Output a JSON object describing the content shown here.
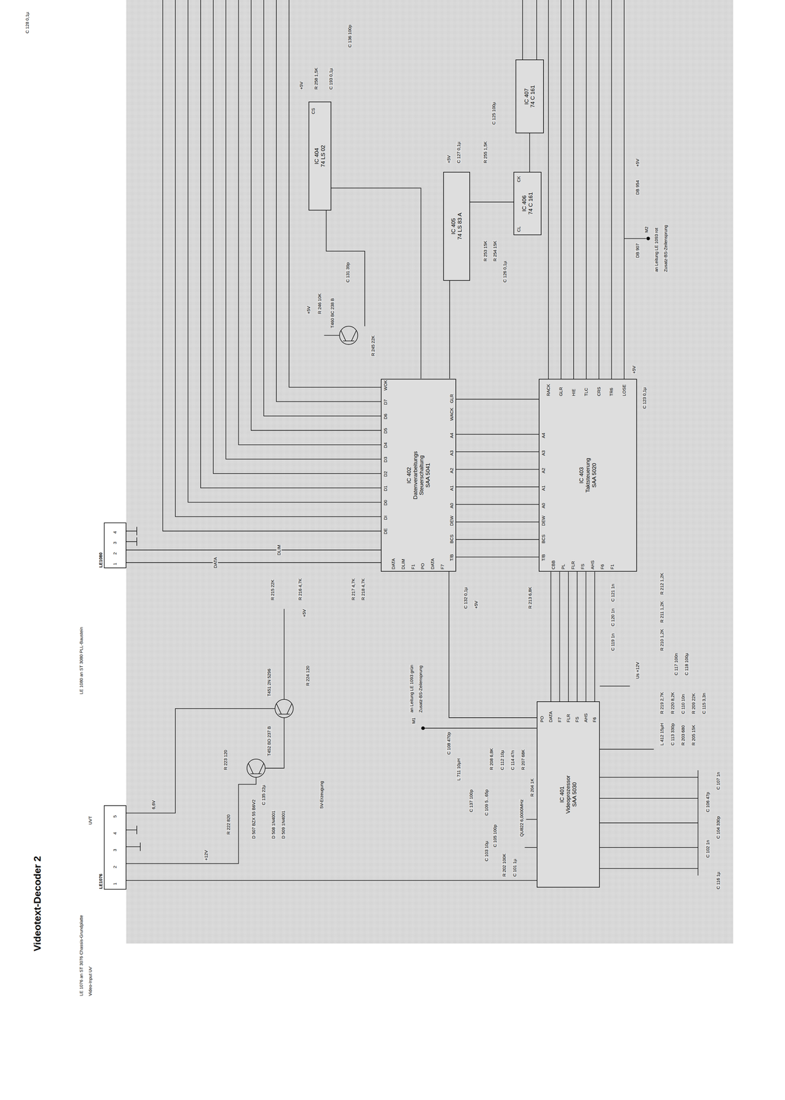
{
  "diagram": {
    "title": "Videotext-Decoder 2",
    "nodes": [
      {
        "text": [
          "LE1076"
        ]
      },
      {
        "text": [
          "LE1080"
        ]
      },
      {
        "text": [
          "IC 401",
          "Videoprozessor",
          "SAA 5030"
        ]
      },
      {
        "text": [
          "IC 402",
          "Datenverarbeitungs",
          "Steuerschaltung",
          "SAA 5041"
        ]
      },
      {
        "text": [
          "IC 403",
          "Taktsteuerung",
          "SAA 5020"
        ]
      },
      {
        "text": [
          "IC 404",
          "74 LS 02"
        ]
      },
      {
        "text": [
          "IC 405",
          "74 LS 83 A"
        ]
      },
      {
        "text": [
          "IC 406",
          "74 C 161"
        ]
      },
      {
        "text": [
          "IC 407",
          "74 C 161"
        ]
      }
    ],
    "edges": [
      {
        "from": 0,
        "to": 2,
        "arrow": "none"
      },
      {
        "from": 1,
        "to": 3,
        "label": "DATA",
        "arrow": "none"
      },
      {
        "from": 1,
        "to": 3,
        "label": "DLIM",
        "arrow": "none"
      },
      {
        "from": 2,
        "to": 3,
        "arrow": "none"
      },
      {
        "from": 2,
        "to": 4,
        "arrow": "none"
      },
      {
        "from": 3,
        "to": 4,
        "arrow": "none"
      },
      {
        "from": 5,
        "to": 3,
        "arrow": "none"
      },
      {
        "from": 6,
        "to": 3,
        "arrow": "none"
      },
      {
        "from": 6,
        "to": 7,
        "arrow": "none"
      },
      {
        "from": 7,
        "to": 8,
        "arrow": "none"
      }
    ],
    "labels": [
      "LE 1076 an ST 3076 Chassis-Grundplatte",
      "Video-Input Uv'",
      "UVT",
      "LE 1080 an ST 3080 PLL-Baustein",
      "1",
      "2",
      "3",
      "4",
      "5",
      "1",
      "2",
      "3",
      "4",
      "6,6V",
      "+12V",
      "5V-Erzeugung",
      "R 222 820",
      "R 223 120",
      "T452 BD 237 B",
      "D 507 BZX 55 B6V2",
      "C 135 22µ",
      "D 508 1N4001",
      "D 509 1N4001",
      "T451 2N 5296",
      "R 224 120",
      "+5V",
      "R 215 22K",
      "R 216 4,7K",
      "R 217 4,7K",
      "R 218 4,7K",
      "M1",
      "an Leitung LE 1093 grün",
      "Zusatz-BS-Zeilensprung",
      "C 132 0,1µ",
      "+5V",
      "R 213 6,8K",
      "DE",
      "DI",
      "D0",
      "D1",
      "D2",
      "D3",
      "D4",
      "D5",
      "D6",
      "D7",
      "WOK",
      "DATA",
      "DLIM",
      "F1",
      "PO",
      "DATA",
      "F7",
      "T/B",
      "BCS",
      "DEW",
      "A0",
      "A1",
      "A2",
      "A3",
      "A4",
      "WACK",
      "GLR",
      "T/B",
      "BCS",
      "DEW",
      "A0",
      "A1",
      "A2",
      "A3",
      "A4",
      "CBB",
      "PL",
      "FLR",
      "FS",
      "AHS",
      "F6",
      "F1",
      "RACK",
      "GLR",
      "HIE",
      "TLC",
      "CRS",
      "TR6",
      "LOSE",
      "PO",
      "DATA",
      "F7",
      "FLR",
      "FS",
      "AHS",
      "F6",
      "C 123 0,1µ",
      "+5V",
      "+5V",
      "R 258 1,5K",
      "C 193 0,1µ",
      "C 136 100p",
      "CS",
      "T460 BC 238 B",
      "R 246 10K",
      "+5V",
      "R 245 22K",
      "C 131 39p",
      "+5V",
      "C 127 0,1µ",
      "R 255 1,5K",
      "R 253 15K",
      "R 254 15K",
      "C 126 0,1µ",
      "C 125 100µ",
      "C 128 0,1µ",
      "CL",
      "CK",
      "DB 907",
      "DB 954",
      "+5V",
      "M2",
      "an Leitung LE 1093 rot",
      "Zusatz-BS-Zeilensprung",
      "R 202 100K",
      "C 101 1µ",
      "C 103 10µ",
      "C 105 100p",
      "QU822 6,0000MHz",
      "C 137 100p",
      "C 109 5...65p",
      "L 711 10µH",
      "C 108 470p",
      "R 208 6,8K",
      "C 112 10µ",
      "C 114 47n",
      "R 207 68K",
      "R 204 1K",
      "C 116 1µ",
      "C 102 1n",
      "C 104 330p",
      "C 106 47p",
      "C 107 1n",
      "L 412 15µH",
      "C 113 330p",
      "R 203 680",
      "R 205 15K",
      "R 219 2,7K",
      "R 220 8,2K",
      "C 110 10n",
      "R 209 22K",
      "C 115 3,3n",
      "Us +12V",
      "C 117 100n",
      "C 118 100µ",
      "R 210 1,2K",
      "R 211 1,2K",
      "R 212 1,2K",
      "C 119 1n",
      "C 120 1n",
      "C 121 1n"
    ]
  }
}
